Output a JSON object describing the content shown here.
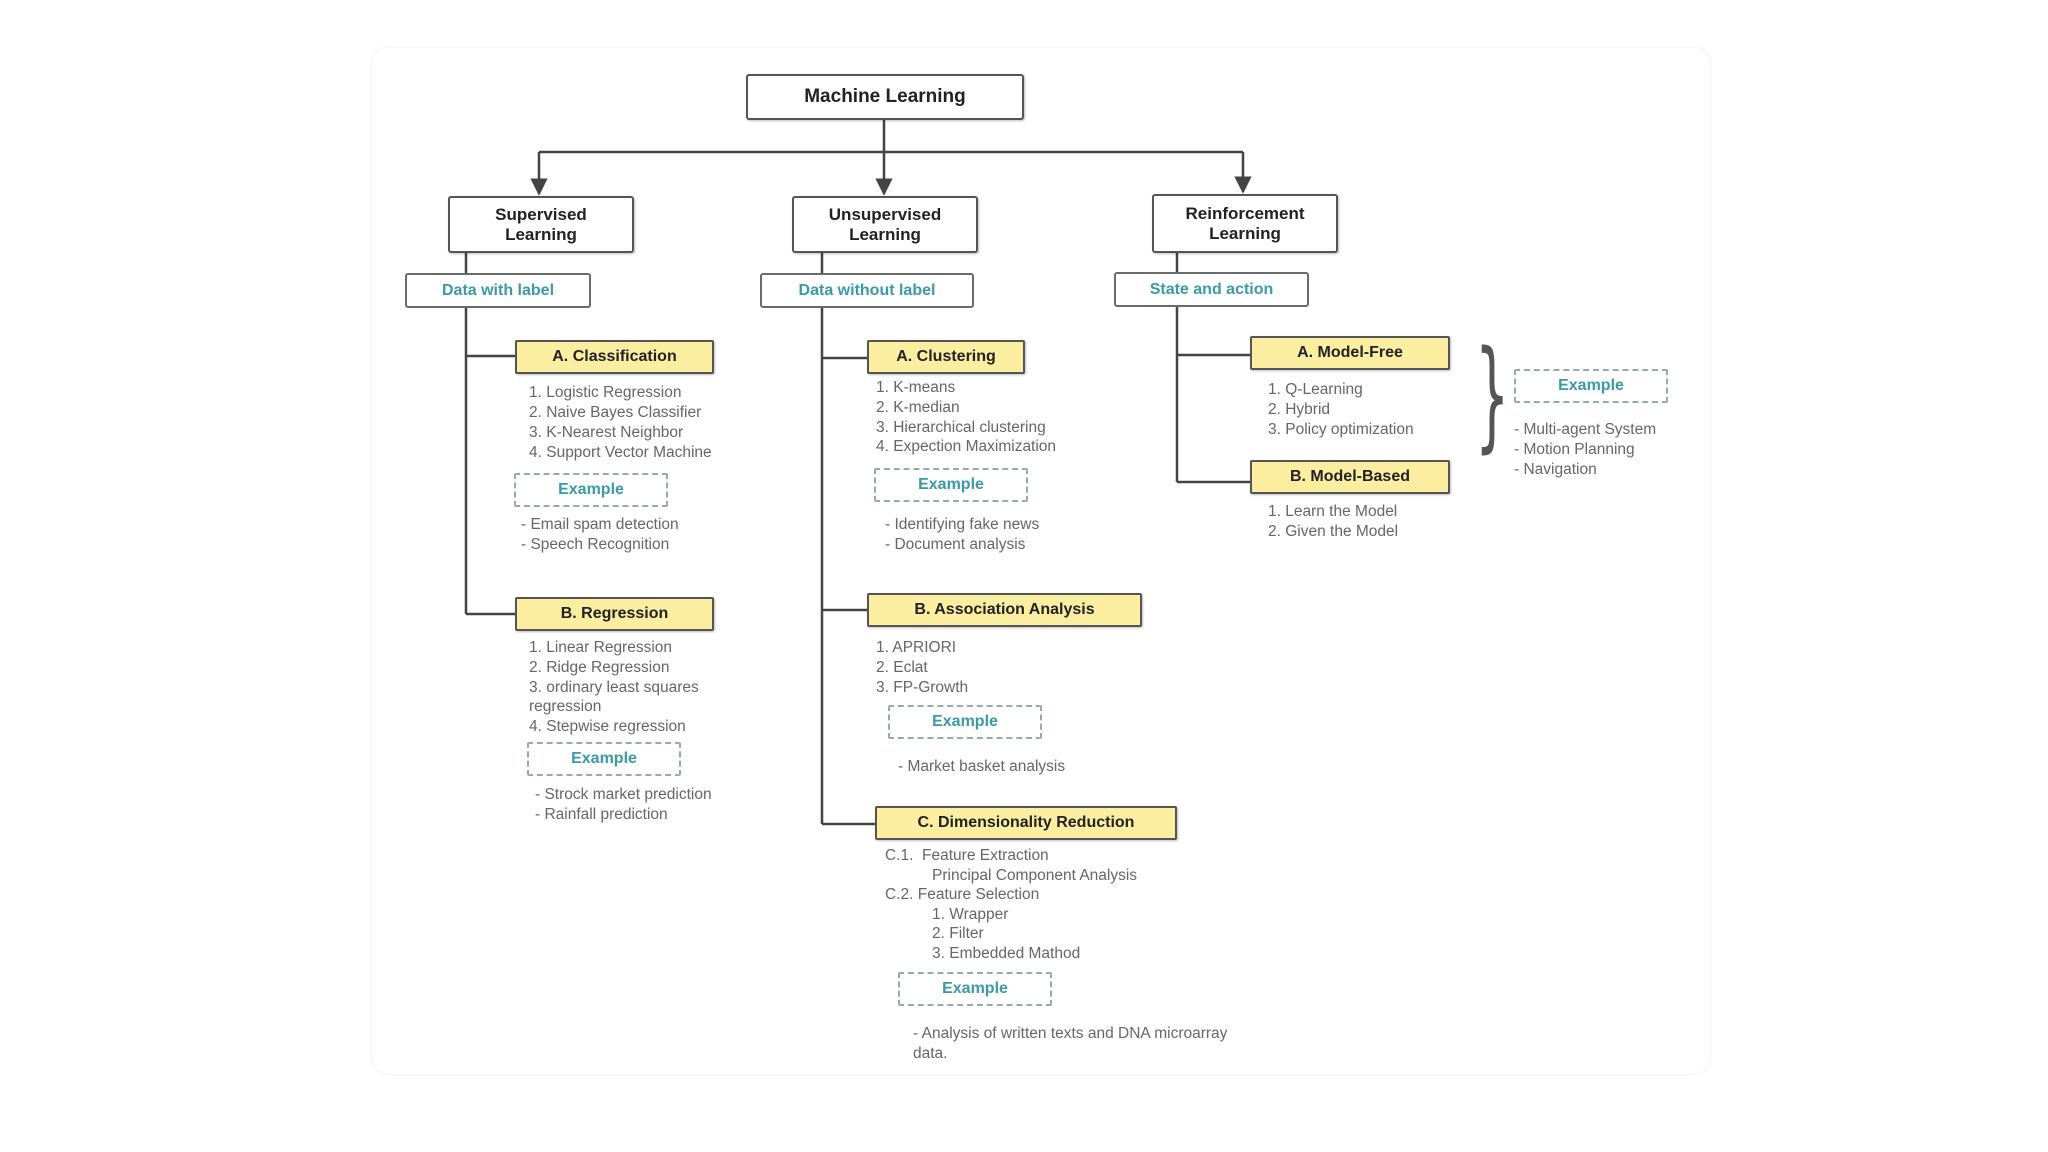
{
  "root": {
    "title": "Machine Learning"
  },
  "categories": {
    "supervised": {
      "title_line1": "Supervised",
      "title_line2": "Learning",
      "label": "Data with label"
    },
    "unsupervised": {
      "title_line1": "Unsupervised",
      "title_line2": "Learning",
      "label": "Data without label"
    },
    "reinforcement": {
      "title_line1": "Reinforcement",
      "title_line2": "Learning",
      "label": "State and action"
    }
  },
  "supervised": {
    "classification": {
      "title": "A. Classification",
      "items": [
        "1. Logistic Regression",
        "2. Naive Bayes Classifier",
        "3. K-Nearest Neighbor",
        "4. Support Vector Machine"
      ],
      "example_label": "Example",
      "examples": [
        "- Email spam detection",
        "- Speech Recognition"
      ]
    },
    "regression": {
      "title": "B. Regression",
      "items": [
        "1. Linear Regression",
        "2. Ridge Regression",
        "3. ordinary least squares",
        "regression",
        "4. Stepwise regression"
      ],
      "example_label": "Example",
      "examples": [
        "- Strock market prediction",
        "- Rainfall prediction"
      ]
    }
  },
  "unsupervised": {
    "clustering": {
      "title": "A. Clustering",
      "items": [
        "1. K-means",
        "2. K-median",
        "3. Hierarchical clustering",
        "4. Expection Maximization"
      ],
      "example_label": "Example",
      "examples": [
        "- Identifying fake news",
        "- Document analysis"
      ]
    },
    "association": {
      "title": "B. Association Analysis",
      "items": [
        "1. APRIORI",
        "2. Eclat",
        "3. FP-Growth"
      ],
      "example_label": "Example",
      "examples": [
        "- Market basket analysis"
      ]
    },
    "dimensionality": {
      "title": "C. Dimensionality Reduction",
      "items": [
        "C.1.  Feature Extraction",
        "Principal Component Analysis",
        "C.2. Feature Selection",
        "1. Wrapper",
        "2. Filter",
        "3. Embedded Mathod"
      ],
      "example_label": "Example",
      "examples": [
        "- Analysis of written texts and DNA microarray",
        "data."
      ]
    }
  },
  "reinforcement": {
    "model_free": {
      "title": "A. Model-Free",
      "items": [
        "1. Q-Learning",
        "2. Hybrid",
        "3. Policy optimization"
      ]
    },
    "model_based": {
      "title": "B. Model-Based",
      "items": [
        "1. Learn the Model",
        "2. Given the Model"
      ]
    },
    "example_label": "Example",
    "examples": [
      "- Multi-agent System",
      "- Motion Planning",
      "- Navigation"
    ]
  }
}
